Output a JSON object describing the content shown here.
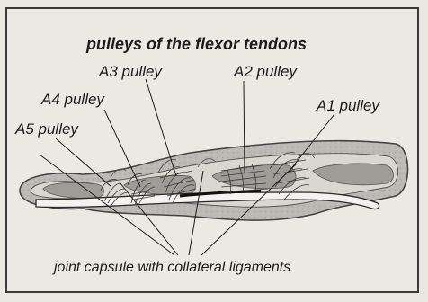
{
  "figure": {
    "title": "pulleys of the flexor tendons",
    "labels": {
      "a3": "A3 pulley",
      "a2": "A2 pulley",
      "a4": "A4 pulley",
      "a1": "A1 pulley",
      "a5": "A5 pulley"
    },
    "caption": "joint capsule with collateral ligaments"
  }
}
